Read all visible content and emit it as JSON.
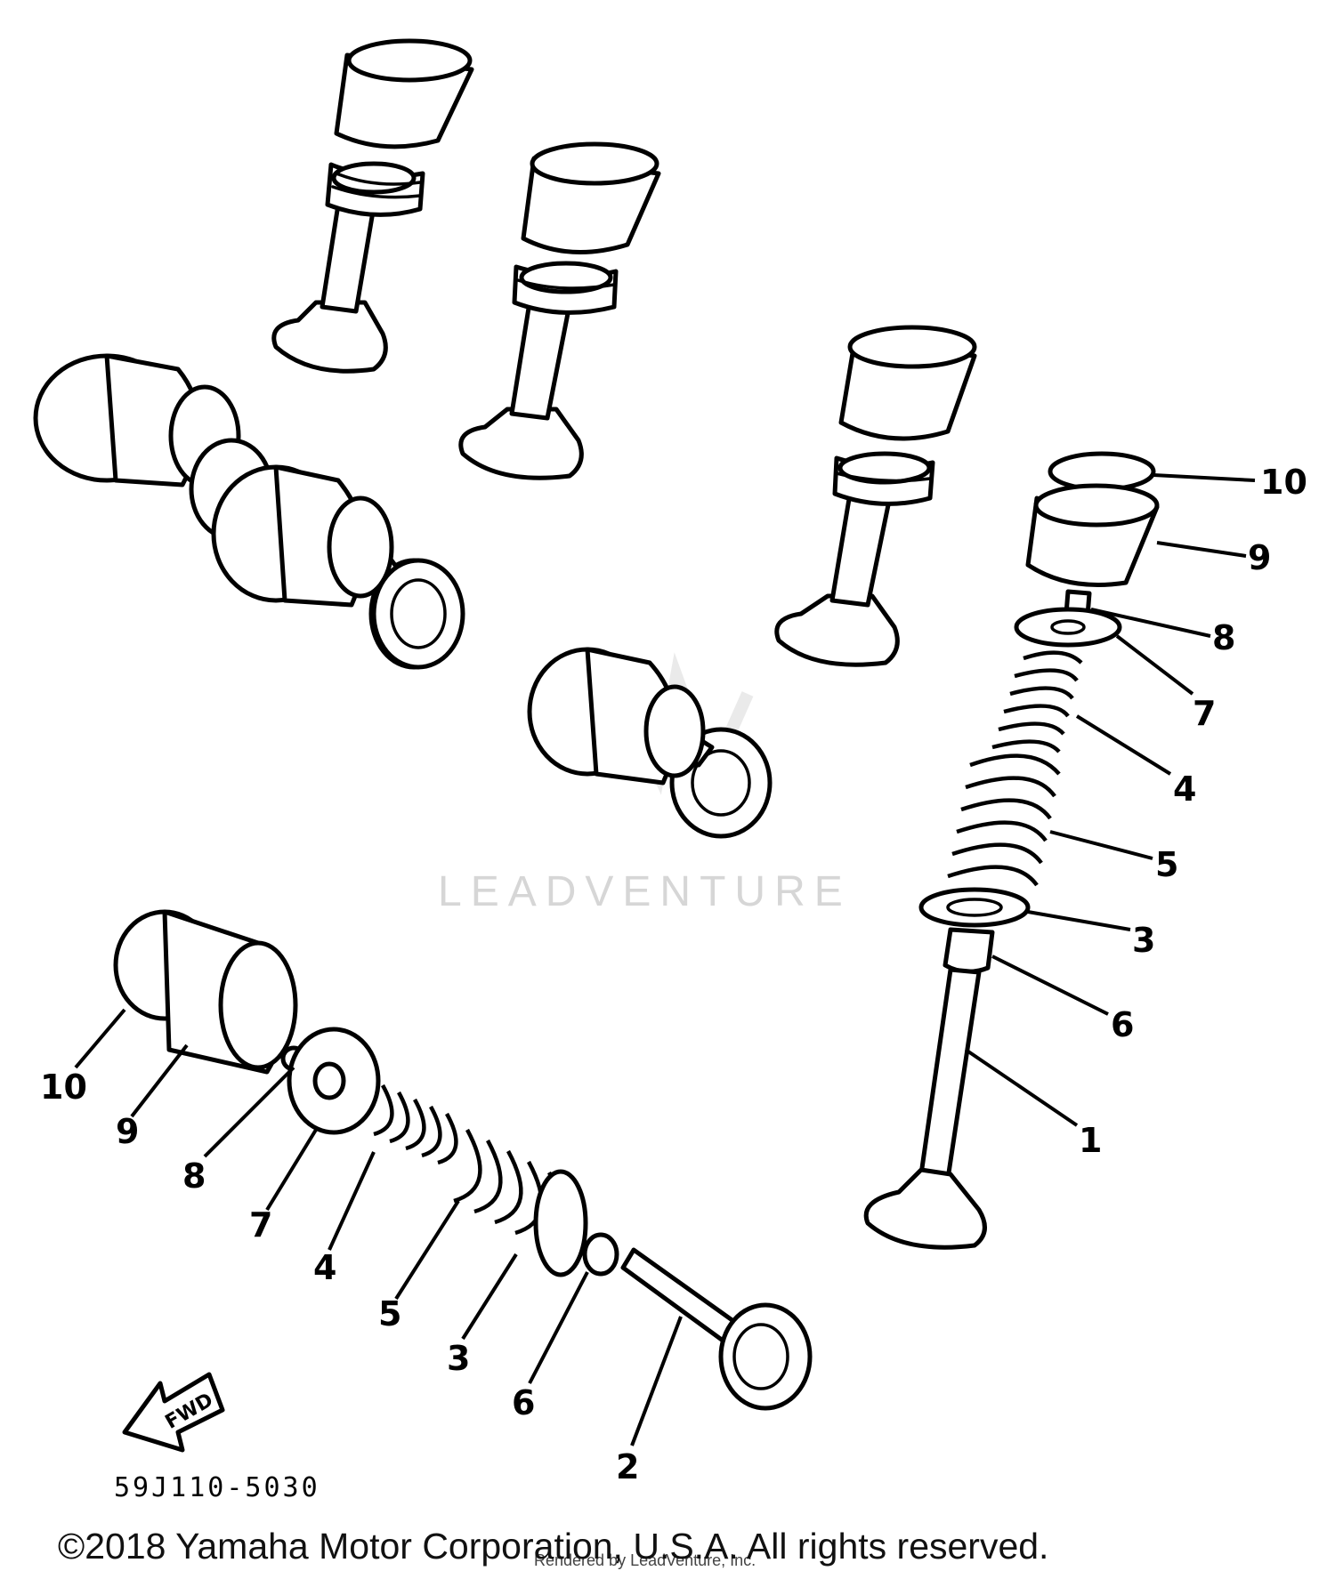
{
  "diagram": {
    "part_number": "59J110-5030",
    "direction_label": "FWD",
    "watermark": "LEADVENTURE",
    "render_credit": "Rendered by LeadVenture, Inc.",
    "copyright": "©2018 Yamaha Motor Corporation, U.S.A. All rights reserved.",
    "callouts_right": [
      "10",
      "9",
      "8",
      "7",
      "4",
      "5",
      "3",
      "6",
      "1"
    ],
    "callouts_left": [
      "10",
      "9",
      "8",
      "7",
      "4",
      "5",
      "3",
      "6",
      "2"
    ]
  },
  "icons": [
    "forward-arrow-icon",
    "leadventure-logo-icon"
  ]
}
